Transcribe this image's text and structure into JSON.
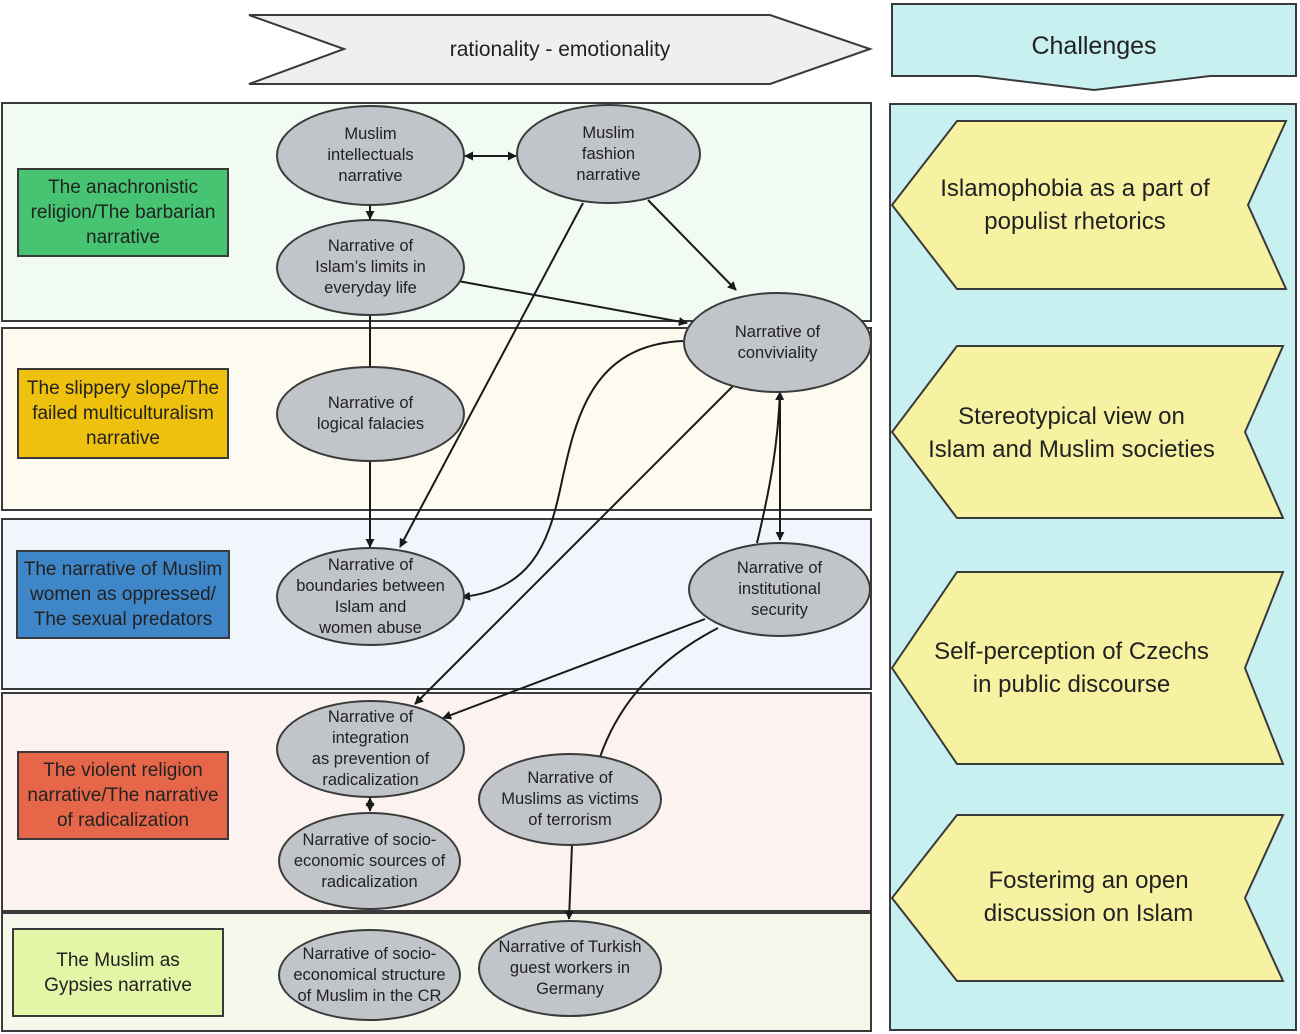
{
  "header": {
    "axis_label": "rationality - emotionality",
    "challenges_title": "Challenges"
  },
  "bands": [
    {
      "label": "The anachronistic\nreligion/The barbarian\nnarrative",
      "color": "#46c472",
      "bg": "#f1faf3"
    },
    {
      "label": "The slippery slope/The\nfailed multiculturalism\nnarrative",
      "color": "#efc10f",
      "bg": "#fdfbf0"
    },
    {
      "label": "The narrative of Muslim\nwomen as oppressed/\nThe sexual predators",
      "color": "#3f86c9",
      "bg": "#f1f6fc"
    },
    {
      "label": "The violent religion\nnarrative/The narrative\nof radicalization",
      "color": "#e6664a",
      "bg": "#fcf3f0"
    },
    {
      "label": "The Muslim as\nGypsies narrative",
      "color": "#e4f5a8",
      "bg": "#f5f9ec"
    }
  ],
  "nodes": {
    "intellectuals": "Muslim\nintellectuals\nnarrative",
    "fashion": "Muslim\nfashion\nnarrative",
    "limits": "Narrative of\nIslam’s limits in\neveryday life",
    "conviviality": "Narrative of\nconviviality",
    "fallacies": "Narrative of\nlogical falacies",
    "boundaries": "Narrative of\nboundaries between\nIslam and\nwomen abuse",
    "security": "Narrative of\ninstitutional\nsecurity",
    "integration": "Narrative of\nintegration\nas prevention of\nradicalization",
    "victims": "Narrative of\nMuslims as victims\nof terrorism",
    "socioeconomic": "Narrative of socio-\neconomic sources of\nradicalization",
    "structure": "Narrative of socio-\neconomical structure\nof Muslim in the CR",
    "turkish": "Narrative of Turkish\nguest workers in\nGermany"
  },
  "challenges": [
    "Islamophobia as a part of\npopulist rhetorics",
    "Stereotypical view on\nIslam and Muslim societies",
    "Self-perception of Czechs\nin  public discourse",
    "Fosterimg an open\ndiscussion on Islam"
  ],
  "colors": {
    "node_fill": "#c1c4c8",
    "challenge_fill": "#f6f2a2",
    "challenges_panel": "#c8f0f0",
    "arrow_header": "#efefef",
    "stroke": "#1a1a1a"
  }
}
